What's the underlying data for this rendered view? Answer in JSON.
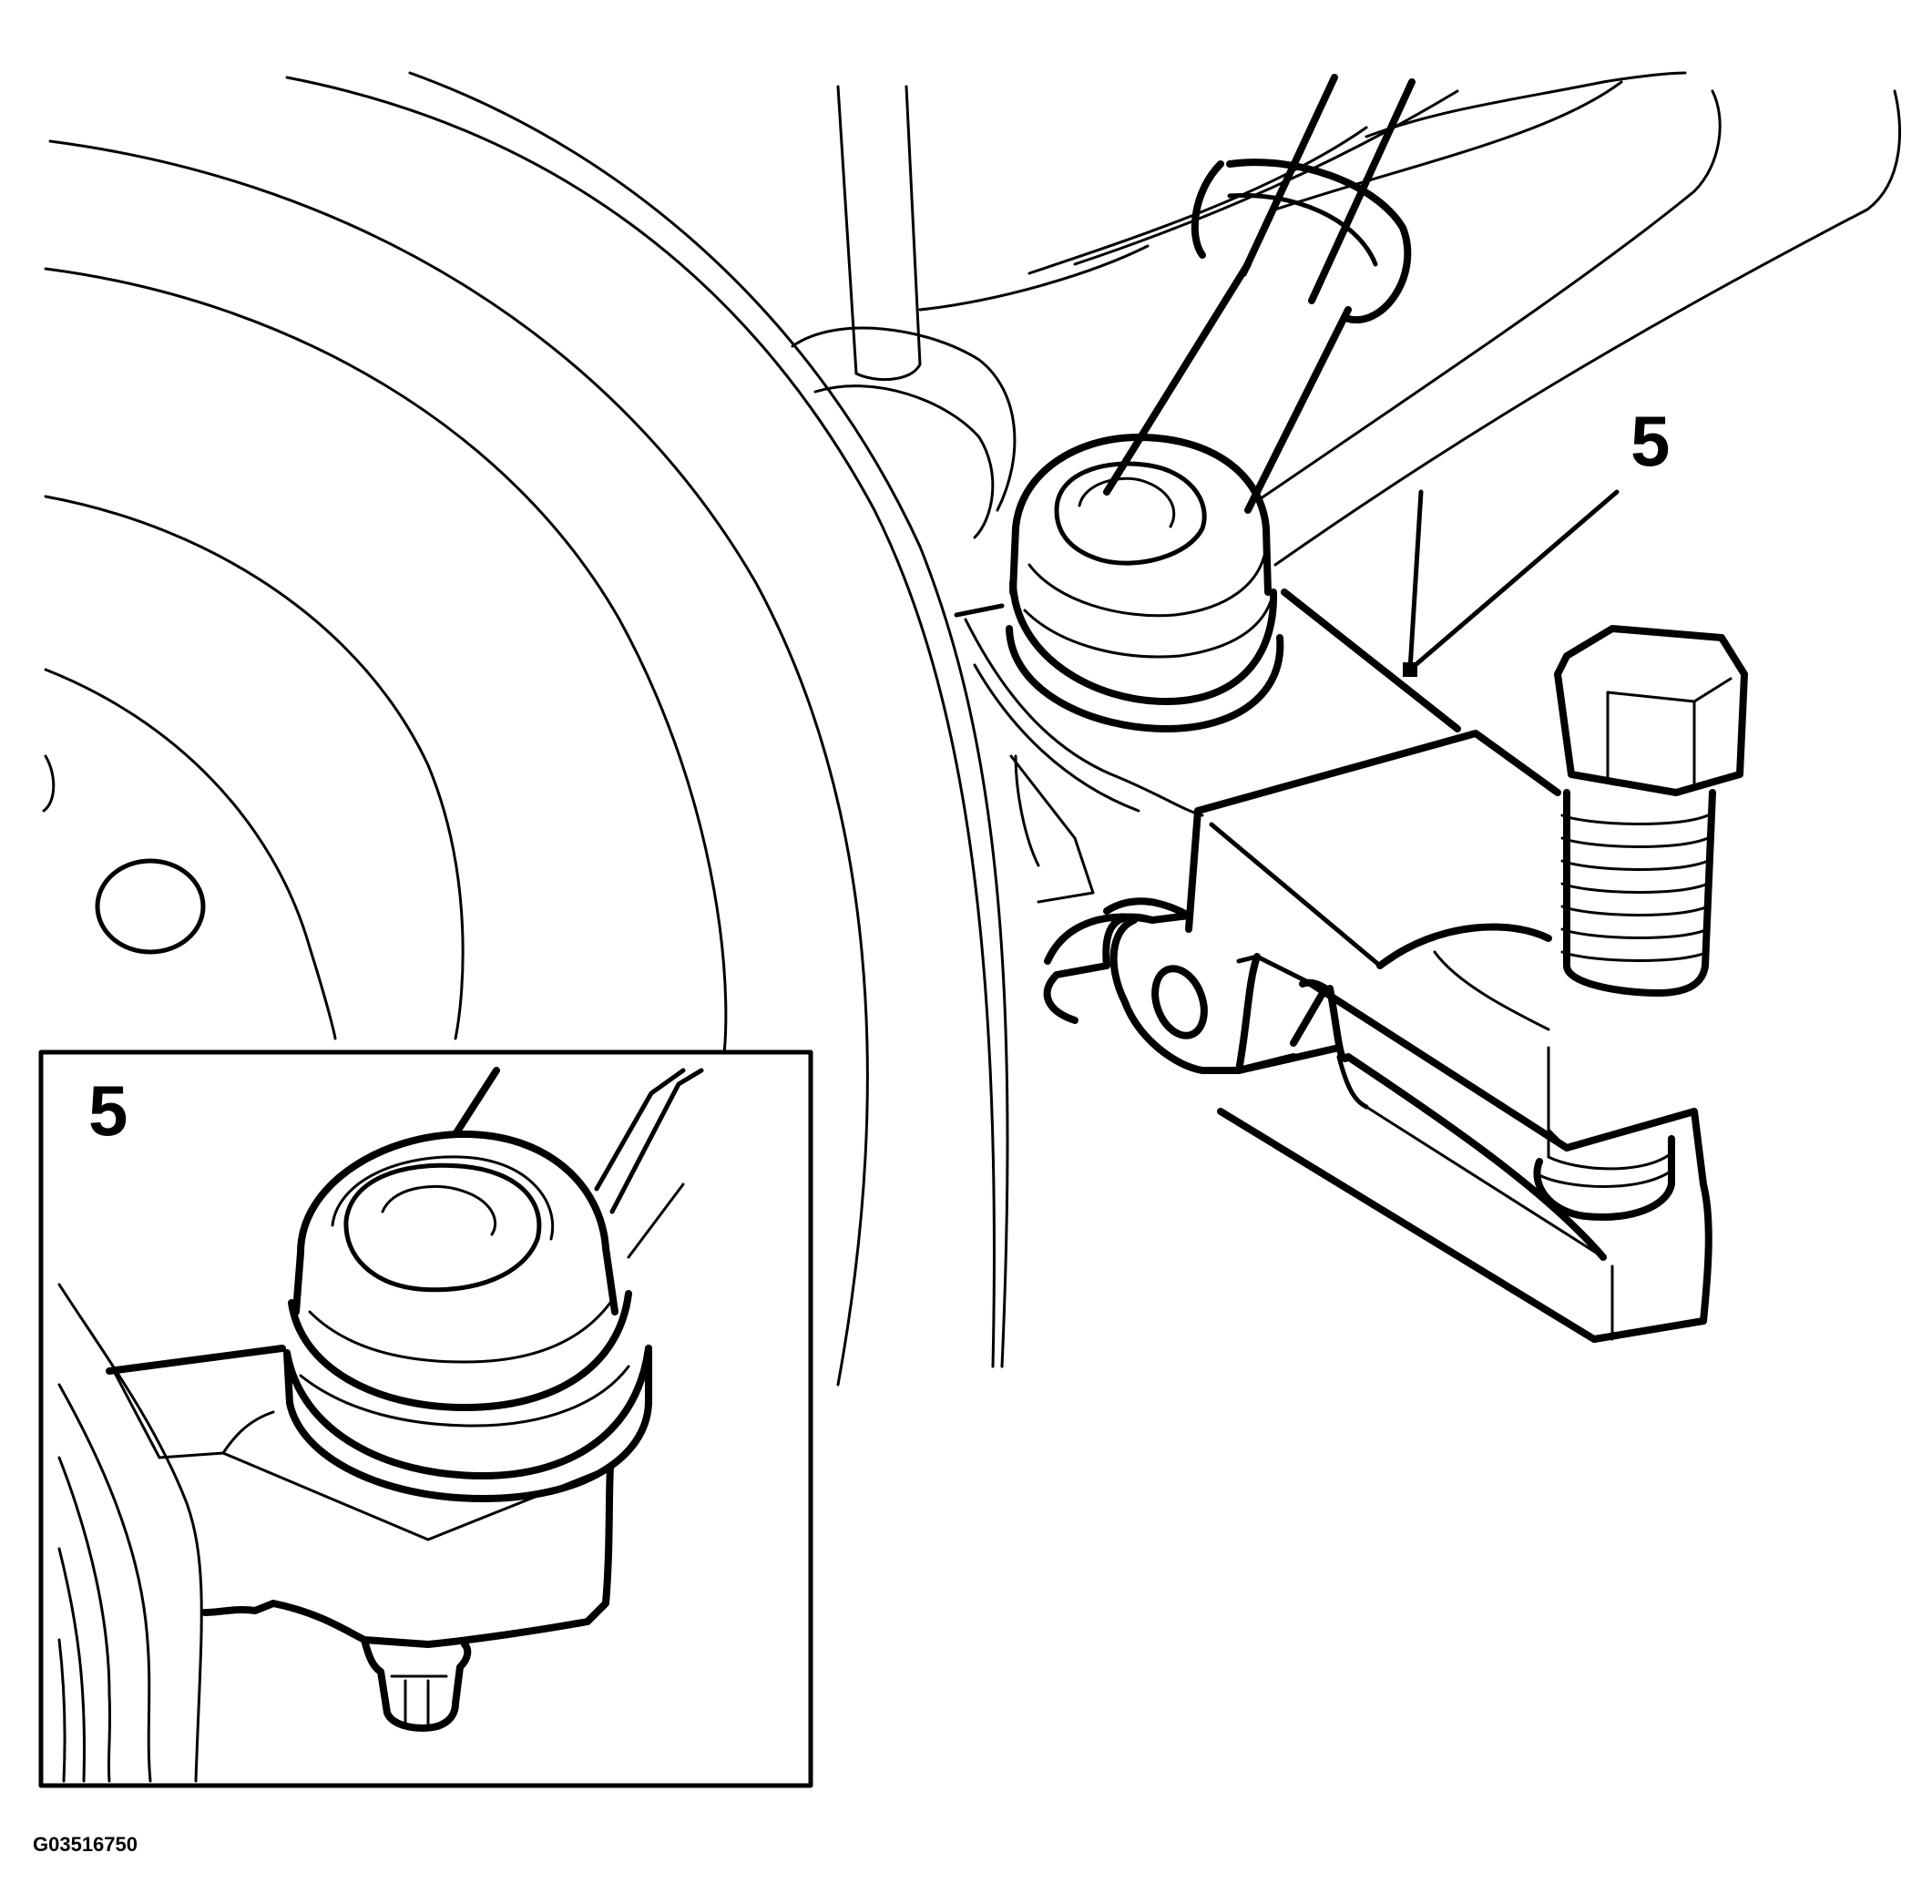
{
  "callouts": {
    "main": "5",
    "inset": "5"
  },
  "drawing_id": "G03516750",
  "colors": {
    "line": "#000000",
    "background": "#ffffff"
  }
}
